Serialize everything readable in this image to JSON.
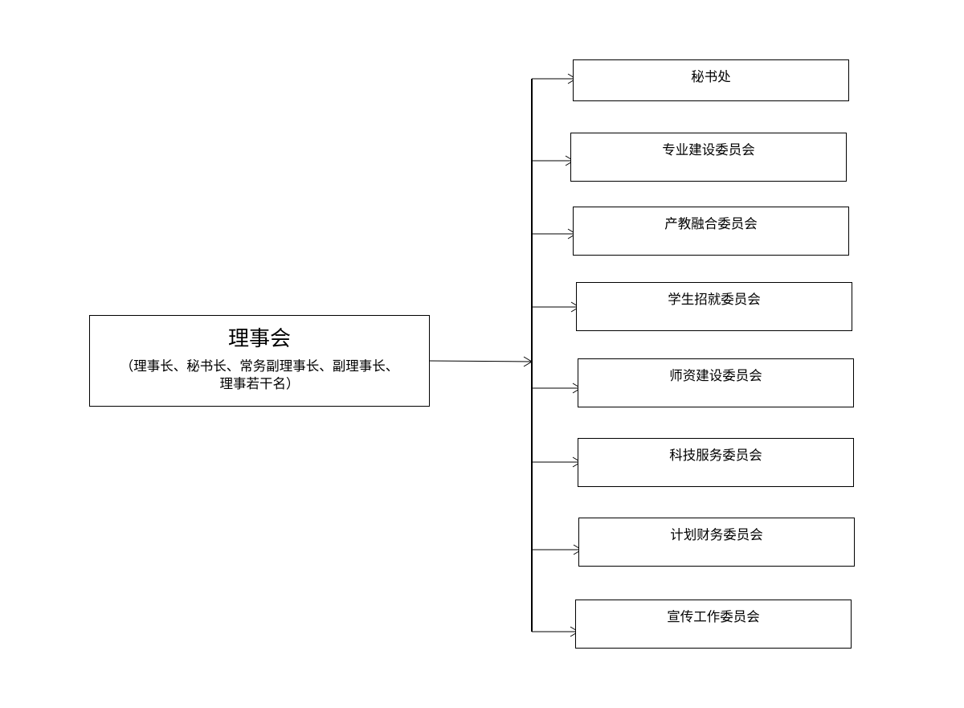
{
  "root": {
    "title": "理事会",
    "subtitle_line1": "（理事长、秘书长、常务副理事长、副理事长、",
    "subtitle_line2": "理事若干名）"
  },
  "children": [
    {
      "label": "秘书处"
    },
    {
      "label": "专业建设委员会"
    },
    {
      "label": "产教融合委员会"
    },
    {
      "label": "学生招就委员会"
    },
    {
      "label": "师资建设委员会"
    },
    {
      "label": "科技服务委员会"
    },
    {
      "label": "计划财务委员会"
    },
    {
      "label": "宣传工作委员会"
    }
  ]
}
